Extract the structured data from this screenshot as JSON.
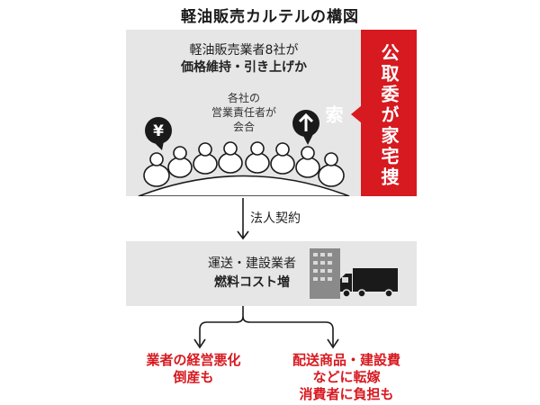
{
  "title": "軽油販売カルテルの構図",
  "top_panel": {
    "line1": "軽油販売業者8社が",
    "line2": "価格維持・引き上げか",
    "meeting": [
      "各社の",
      "営業責任者が",
      "会合"
    ],
    "yen_symbol": "¥",
    "icons": [
      "yen-bubble-icon",
      "up-arrow-bubble-icon",
      "meeting-people-icon"
    ]
  },
  "ftc_box": {
    "text": "公取委が家宅捜索",
    "color": "#d71920"
  },
  "contract_label": "法人契約",
  "mid_panel": {
    "line1": "運送・建設業者",
    "line2": "燃料コスト増",
    "icons": [
      "building-icon",
      "truck-icon"
    ]
  },
  "results": {
    "left": [
      "業者の経営悪化",
      "倒産も"
    ],
    "right": [
      "配送商品・建設費",
      "などに転嫁",
      "消費者に負担も"
    ]
  },
  "colors": {
    "accent": "#d71920",
    "panel": "#e6e6e6",
    "ink": "#1a1a1a"
  }
}
